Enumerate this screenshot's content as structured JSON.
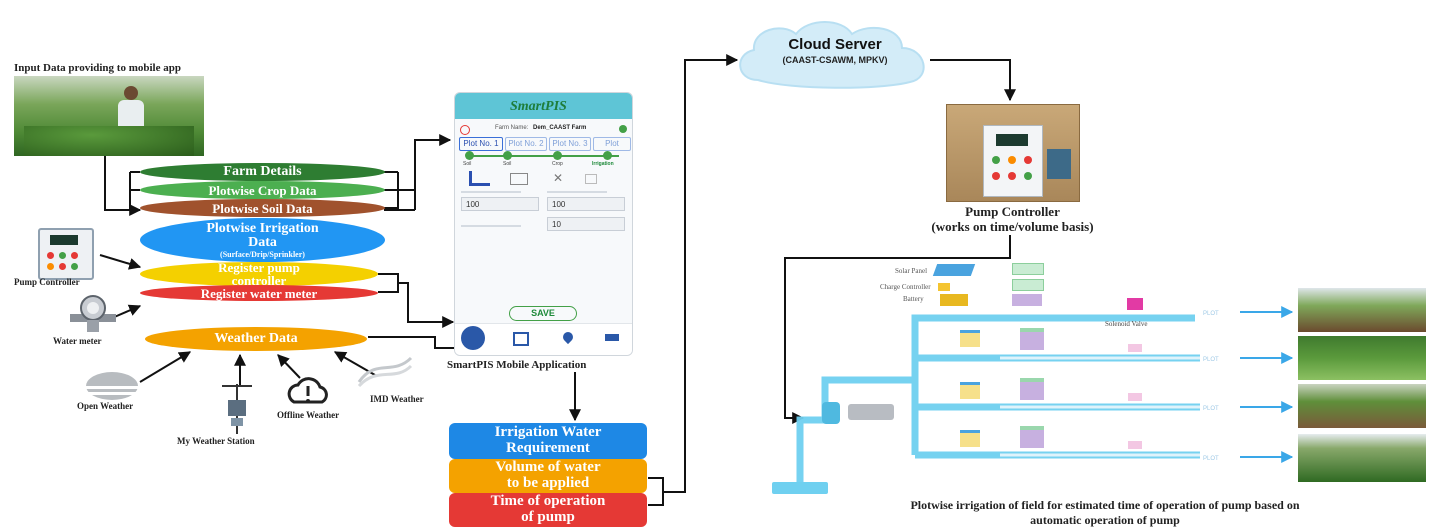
{
  "input_title": "Input Data providing to mobile app",
  "pump_controller_label": "Pump Controller",
  "water_meter_label": "Water meter",
  "inputs": {
    "farm": "Farm Details",
    "crop": "Plotwise Crop Data",
    "soil": "Plotwise Soil Data",
    "irr_line1": "Plotwise Irrigation",
    "irr_line2": "Data",
    "irr_sub": "(Surface/Drip/Sprinkler)",
    "pump_line1": "Register pump",
    "pump_line2": "controller",
    "meter": "Register water meter",
    "weather": "Weather Data"
  },
  "weather_sources": {
    "open": "Open Weather",
    "station": "My Weather Station",
    "offline": "Offline Weather",
    "imd": "IMD Weather"
  },
  "app": {
    "logo": "SmartPIS",
    "farm_name_label": "Farm Name:",
    "farm_name_value": "Dem_CAAST Farm",
    "plot_tabs": [
      "Plot No. 1",
      "Plot No. 2",
      "Plot No. 3",
      "Plot"
    ],
    "steps": [
      "Soil",
      "Soil",
      "Crop",
      "Irrigation"
    ],
    "field1_value": "100",
    "field2_value": "100",
    "field3_value": "10",
    "save": "SAVE",
    "caption": "SmartPIS Mobile Application"
  },
  "outputs": {
    "req_line1": "Irrigation Water",
    "req_line2": "Requirement",
    "vol_line1": "Volume of water",
    "vol_line2": "to be applied",
    "time_line1": "Time of operation",
    "time_line2": "of pump"
  },
  "cloud": {
    "title": "Cloud Server",
    "sub": "(CAAST-CSAWM, MPKV)"
  },
  "pump_panel": {
    "caption1": "Pump Controller",
    "caption2": "(works on time/volume basis)"
  },
  "field_diagram": {
    "solar": "Solar Panel",
    "charge": "Charge Controller",
    "battery": "Battery",
    "solenoid": "Solenoid Valve",
    "caption1": "Plotwise irrigation of field for estimated time of operation of pump based on",
    "caption2": "automatic operation of pump"
  },
  "colors": {
    "farm": "#2e7d32",
    "crop": "#4caf50",
    "soil": "#a0522d",
    "irrigation": "#2196f3",
    "pump": "#f4d000",
    "meter": "#e53935",
    "weather": "#f4a200",
    "req": "#1e88e5",
    "vol": "#f4a200",
    "time": "#e53935",
    "pipe": "#6fd0f0"
  }
}
